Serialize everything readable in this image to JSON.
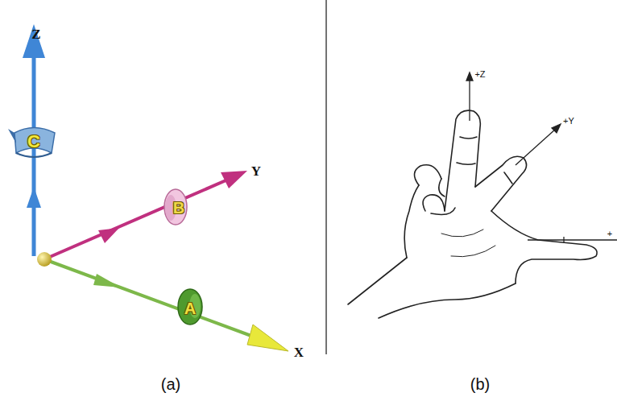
{
  "diagram": {
    "labels": [
      "Z",
      "C",
      "Y",
      "B",
      "X",
      "A",
      "(a)",
      "(b)",
      "+Z",
      "+Y",
      "+"
    ]
  }
}
